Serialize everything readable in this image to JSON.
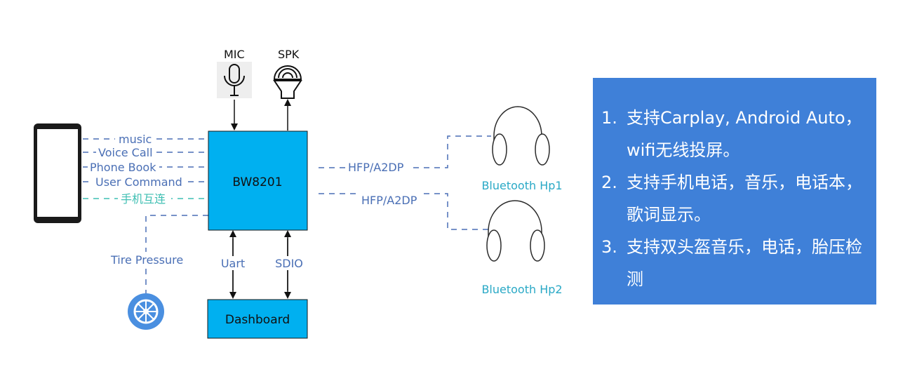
{
  "diagram": {
    "mic_label": "MIC",
    "spk_label": "SPK",
    "main_chip": "BW8201",
    "dashboard": "Dashboard",
    "phone_links": [
      "music",
      "Voice Call",
      "Phone Book",
      "User Command",
      "手机互连"
    ],
    "hp_link_1": "HFP/A2DP",
    "hp_link_2": "HFP/A2DP",
    "headphone_1": "Bluetooth Hp1",
    "headphone_2": "Bluetooth Hp2",
    "uart_label": "Uart",
    "sdio_label": "SDIO",
    "tire_label": "Tire Pressure"
  },
  "features": [
    {
      "num": "1.",
      "text": "支持Carplay, Android Auto，wifi无线投屏。"
    },
    {
      "num": "2.",
      "text": "支持手机电话，音乐，电话本，歌词显示。"
    },
    {
      "num": "3.",
      "text": "支持双头盔音乐，电话，胎压检测"
    }
  ],
  "colors": {
    "chip_fill": "#00b0f0",
    "panel_fill": "#3f80d8",
    "link_blue": "#4a6fb5",
    "link_teal": "#3fbfb3"
  }
}
